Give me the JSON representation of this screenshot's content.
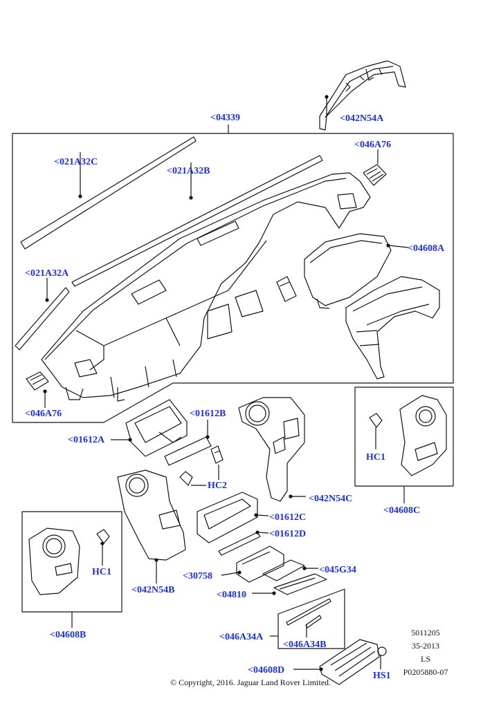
{
  "labels": {
    "l_042N54A": "<042N54A",
    "l_04339": "<04339",
    "l_046A76_top": "<046A76",
    "l_021A32C": "<021A32C",
    "l_021A32B": "<021A32B",
    "l_04608A": "<04608A",
    "l_021A32A": "<021A32A",
    "l_046A76_bot": "<046A76",
    "l_01612B": "<01612B",
    "l_01612A": "<01612A",
    "l_HC2": "HC2",
    "l_042N54C": "<042N54C",
    "l_HC1_right": "HC1",
    "l_04608C": "<04608C",
    "l_01612C": "<01612C",
    "l_01612D": "<01612D",
    "l_HC1_left": "HC1",
    "l_30758": "<30758",
    "l_045G34": "<045G34",
    "l_042N54B": "<042N54B",
    "l_04810": "<04810",
    "l_04608B": "<04608B",
    "l_046A34A": "<046A34A",
    "l_046A34B": "<046A34B",
    "l_04608D": "<04608D",
    "l_HS1": "HS1"
  },
  "reference": {
    "line1": "5011205",
    "line2": "35-2013",
    "line3": "LS",
    "line4": "P0205880-07"
  },
  "copyright": "© Copyright, 2016. Jaguar Land Rover Limited.",
  "colors": {
    "label": "#1c2fd6",
    "line": "#111111"
  }
}
